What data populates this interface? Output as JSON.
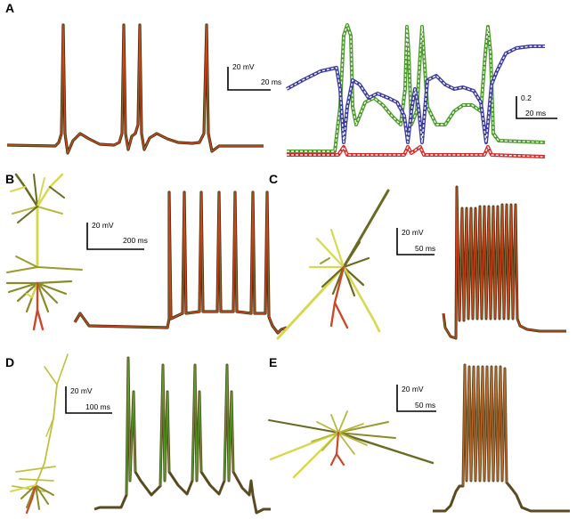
{
  "panels": {
    "A": {
      "letter": "A",
      "scale_left_v": "20 mV",
      "scale_left_t": "20 ms",
      "scale_right_v": "0.2",
      "scale_right_t": "20 ms"
    },
    "B": {
      "letter": "B",
      "scale_v": "20 mV",
      "scale_t": "200 ms"
    },
    "C": {
      "letter": "C",
      "scale_v": "20 mV",
      "scale_t": "50 ms"
    },
    "D": {
      "letter": "D",
      "scale_v": "20 mV",
      "scale_t": "100 ms"
    },
    "E": {
      "letter": "E",
      "scale_v": "20 mV",
      "scale_t": "50 ms"
    }
  },
  "colors": {
    "trace_dark": "#3a3a12",
    "trace_red": "#d2461e",
    "trace_green": "#5aa02a",
    "gating_blue": "#3a3aa0",
    "gating_green": "#4a9a2a",
    "gating_red": "#d22a2a",
    "tree_yellow": "#d8d850",
    "tree_olive": "#6a6a22",
    "tree_red": "#c84a2a"
  }
}
